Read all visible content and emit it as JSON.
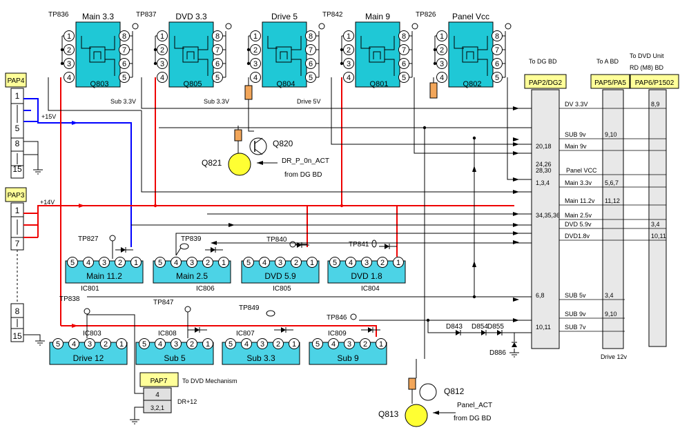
{
  "colors": {
    "chip": "#1fc8d6",
    "ic": "#4cd3e6",
    "connector": "#ffff99",
    "board": "#e8e8e8",
    "red": "#e00000",
    "blue": "#0000ff",
    "yellow": "#ffff33",
    "resistor": "#f2a65a"
  },
  "mosfets": [
    {
      "name": "Main 3.3",
      "ref": "Q803",
      "tp": "TP836",
      "note": "Sub 3.3V"
    },
    {
      "name": "DVD 3.3",
      "ref": "Q805",
      "tp": "TP837",
      "note": "Sub 3.3V"
    },
    {
      "name": "Drive 5",
      "ref": "Q804",
      "tp": "",
      "note": "Drive 5V"
    },
    {
      "name": "Main 9",
      "ref": "Q801",
      "tp": "TP842",
      "note": ""
    },
    {
      "name": "Panel Vcc",
      "ref": "Q802",
      "tp": "TP826",
      "note": ""
    }
  ],
  "pin_numbers": {
    "left": [
      "1",
      "2",
      "3",
      "4"
    ],
    "right": [
      "8",
      "7",
      "6",
      "5"
    ],
    "ic": [
      "5",
      "4",
      "3",
      "2",
      "1"
    ]
  },
  "tp_extra": [
    "TP827",
    "TP839",
    "TP840",
    "TP841",
    "TP838",
    "TP847",
    "TP849",
    "TP846"
  ],
  "ics_top": [
    {
      "name": "Main 11.2",
      "ref": "IC801"
    },
    {
      "name": "Main 2.5",
      "ref": "IC806"
    },
    {
      "name": "DVD 5.9",
      "ref": "IC805"
    },
    {
      "name": "DVD 1.8",
      "ref": "IC804"
    }
  ],
  "ics_bottom": [
    {
      "name": "Drive 12",
      "ref": "IC803"
    },
    {
      "name": "Sub 5",
      "ref": "IC808"
    },
    {
      "name": "Sub 3.3",
      "ref": "IC807"
    },
    {
      "name": "Sub 9",
      "ref": "IC809"
    }
  ],
  "connectors": {
    "pap4": {
      "label": "PAP4",
      "pins": [
        "1",
        "5",
        "8",
        "15"
      ],
      "voltage": "+15V"
    },
    "pap3": {
      "label": "PAP3",
      "pins": [
        "1",
        "7",
        "8",
        "15"
      ],
      "voltage": "+14V"
    },
    "pap7": {
      "label": "PAP7",
      "desc": "To DVD Mechanism",
      "pins": [
        "4",
        "3,2,1"
      ],
      "signal": "DR+12"
    }
  },
  "transistors": {
    "q820": "Q820",
    "q821": "Q821",
    "q821_sig": "DR_P_0n_ACT",
    "q821_from": "from DG BD",
    "q812": "Q812",
    "q813": "Q813",
    "q813_sig": "Panel_ACT",
    "q813_from": "from DG BD"
  },
  "diodes": [
    "D843",
    "D854",
    "D855",
    "D886"
  ],
  "boards": {
    "dg": {
      "header": "To DG BD",
      "label": "PAP2/DG2"
    },
    "a": {
      "header": "To A BD",
      "label": "PAP5/PA5"
    },
    "dvd": {
      "header": "To DVD Unit",
      "sub": "RD (M8) BD",
      "label": "PAP6/P1502"
    }
  },
  "rails": [
    {
      "name": "DV 3.3V",
      "dg": "",
      "a": "",
      "dvd": "8,9"
    },
    {
      "name": "SUB 9v",
      "dg": "",
      "a": "9,10",
      "dvd": ""
    },
    {
      "name": "Main 9v",
      "dg": "20,18",
      "a": "",
      "dvd": ""
    },
    {
      "name": "Panel VCC",
      "dg": "24,26\n28,30",
      "a": "",
      "dvd": ""
    },
    {
      "name": "Main 3.3v",
      "dg": "1,3,4",
      "a": "5,6,7",
      "dvd": ""
    },
    {
      "name": "Main 11.2v",
      "dg": "",
      "a": "11,12",
      "dvd": ""
    },
    {
      "name": "Main 2.5v",
      "dg": "34,35,36",
      "a": "",
      "dvd": ""
    },
    {
      "name": "DVD 5.9v",
      "dg": "",
      "a": "",
      "dvd": "3,4"
    },
    {
      "name": "DVD1.8v",
      "dg": "",
      "a": "",
      "dvd": "10,11"
    },
    {
      "name": "SUB 5v",
      "dg": "6,8",
      "a": "3,4",
      "dvd": ""
    },
    {
      "name": "SUB 9v",
      "dg": "",
      "a": "9,10",
      "dvd": ""
    },
    {
      "name": "SUB 7v",
      "dg": "10,11",
      "a": "",
      "dvd": ""
    }
  ],
  "drive12": "Drive 12v"
}
